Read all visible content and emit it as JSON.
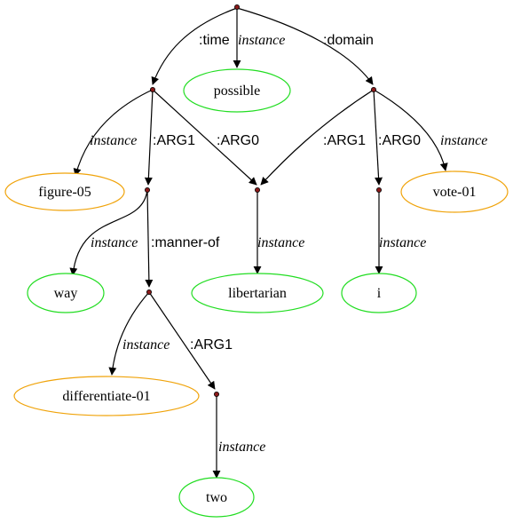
{
  "colors": {
    "event_outline": "#f0a30a",
    "entity_outline": "#22dd22",
    "variable_dot": "#8b1a1a",
    "edge": "#000000"
  },
  "concepts": {
    "possible": "possible",
    "figure": "figure-05",
    "libertarian": "libertarian",
    "vote": "vote-01",
    "way": "way",
    "i": "i",
    "differentiate": "differentiate-01",
    "two": "two"
  },
  "edge_labels": {
    "time": ":time",
    "domain": ":domain",
    "arg1_a": ":ARG1",
    "arg0_a": ":ARG0",
    "arg1_b": ":ARG1",
    "arg0_b": ":ARG0",
    "manner_of": ":manner-of",
    "arg1_c": ":ARG1",
    "instance": "instance"
  }
}
